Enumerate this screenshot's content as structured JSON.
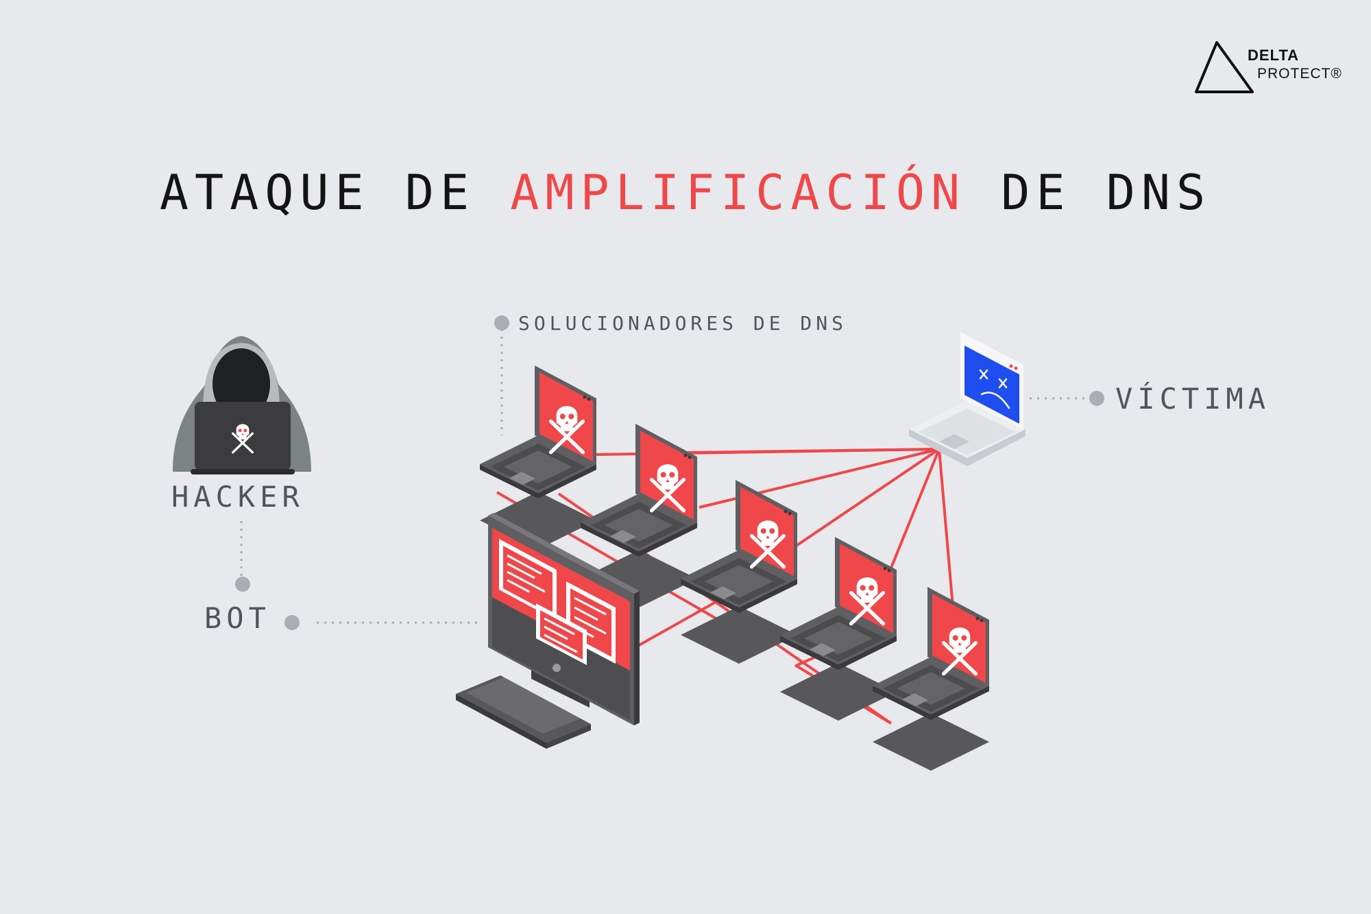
{
  "title": {
    "prefix": "ATAQUE DE ",
    "highlight": "AMPLIFICACIÓN",
    "suffix": " DE DNS"
  },
  "labels": {
    "hacker": "HACKER",
    "bot": "BOT",
    "victim": "VÍCTIMA",
    "resolvers": "SOLUCIONADORES DE DNS"
  },
  "logo": {
    "line1": "DELTA",
    "line2": "PROTECT®"
  },
  "colors": {
    "background": "#e7e9ec",
    "accent_red": "#f0474a",
    "victim_blue": "#1f4ef0",
    "device_gray": "#4e4e50",
    "label_gray": "#50555c"
  },
  "icons": {
    "hacker": "hooded-hacker-with-laptop-icon",
    "resolver": "laptop-skull-icon",
    "bot": "desktop-computer-icon",
    "victim": "laptop-sad-face-icon"
  }
}
